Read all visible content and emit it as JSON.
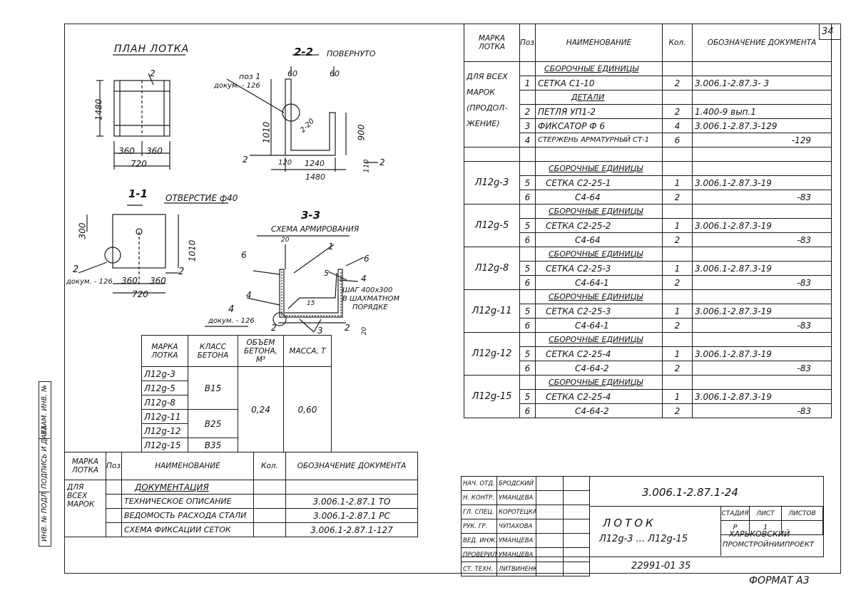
{
  "sheet_number": "34",
  "footer": {
    "archive": "22991-01  35",
    "format": "ФОРМАТ А3"
  },
  "drawing": {
    "plan_title": "ПЛАН ЛОТКА",
    "plan_dims": [
      "2",
      "1480",
      "360",
      "360",
      "720"
    ],
    "sec22_title": "2-2",
    "sec22_sub": "ПОВЕРНУТО",
    "sec22_labels": [
      "поз 1",
      "докум. - 126",
      "60",
      "60",
      "1010",
      "2-20",
      "900",
      "2",
      "120",
      "1240",
      "110",
      "2",
      "1480"
    ],
    "sec11_title": "1-1",
    "sec11_hole": "ОТВЕРСТИЕ ф40",
    "sec11_labels": [
      "300",
      "1010",
      "2",
      "докум. - 126",
      "360",
      "360",
      "2",
      "720"
    ],
    "sec33_title": "3-3",
    "sec33_sub": "СХЕМА АРМИРОВАНИЯ",
    "sec33_labels": [
      "20",
      "1",
      "6",
      "6",
      "5",
      "4",
      "4",
      "ШАГ 400х300",
      "В ШАХМАТНОМ",
      "ПОРЯДКЕ",
      "15",
      "4",
      "докум. - 126",
      "2",
      "3",
      "2",
      "20"
    ]
  },
  "concrete_table": {
    "headers": [
      "МАРКА ЛОТКА",
      "КЛАСС БЕТОНА",
      "ОБЪЕМ БЕТОНА, М³",
      "МАССА, Т"
    ],
    "rows": [
      "Л12g-3",
      "Л12g-5",
      "Л12g-8",
      "Л12g-11",
      "Л12g-12",
      "Л12g-15"
    ],
    "classes": [
      "В15",
      "В25",
      "В35"
    ],
    "volume": "0,24",
    "mass": "0,60"
  },
  "doc_table": {
    "headers": [
      "МАРКА ЛОТКА",
      "Поз.",
      "НАИМЕНОВАНИЕ",
      "Кол.",
      "ОБОЗНАЧЕНИЕ ДОКУМЕНТА"
    ],
    "mark": "ДЛЯ ВСЕХ МАРОК",
    "section": "ДОКУМЕНТАЦИЯ",
    "rows": [
      {
        "name": "ТЕХНИЧЕСКОЕ ОПИСАНИЕ",
        "doc": "3.006.1-2.87.1  ТО"
      },
      {
        "name": "ВЕДОМОСТЬ РАСХОДА СТАЛИ",
        "doc": "3.006.1-2.87.1  РС"
      },
      {
        "name": "СХЕМА ФИКСАЦИИ СЕТОК",
        "doc": "3.006.1-2.87.1-127"
      }
    ]
  },
  "spec_table": {
    "headers": [
      "МАРКА ЛОТКА",
      "Поз.",
      "НАИМЕНОВАНИЕ",
      "Кол.",
      "ОБОЗНАЧЕНИЕ ДОКУМЕНТА"
    ],
    "first": {
      "mark": [
        "ДЛЯ ВСЕХ",
        "МАРОК",
        "(ПРОДОЛ-",
        "ЖЕНИЕ)"
      ],
      "rows": [
        {
          "pos": "",
          "name": "СБОРОЧНЫЕ ЕДИНИЦЫ",
          "kol": "",
          "doc": ""
        },
        {
          "pos": "1",
          "name": "СЕТКА  С1-10",
          "kol": "2",
          "doc": "3.006.1-2.87.3- 3"
        },
        {
          "pos": "",
          "name": "ДЕТАЛИ",
          "kol": "",
          "doc": ""
        },
        {
          "pos": "2",
          "name": "ПЕТЛЯ УП1-2",
          "kol": "2",
          "doc": "1.400-9  вып.1"
        },
        {
          "pos": "3",
          "name": "ФИКСАТОР Ф 6",
          "kol": "4",
          "doc": "3.006.1-2.87.3-129"
        },
        {
          "pos": "4",
          "name": "СТЕРЖЕНЬ АРМАТУРНЫЙ СТ-1",
          "kol": "6",
          "doc": "-129"
        }
      ]
    },
    "groups": [
      {
        "mark": "Л12g-3",
        "head": "СБОРОЧНЫЕ ЕДИНИЦЫ",
        "r1": {
          "pos": "5",
          "name": "СЕТКА  С2-25-1",
          "kol": "1",
          "doc": "3.006.1-2.87.3-19"
        },
        "r2": {
          "pos": "6",
          "name": "С4-64",
          "kol": "2",
          "doc": "-83"
        }
      },
      {
        "mark": "Л12g-5",
        "head": "СБОРОЧНЫЕ ЕДИНИЦЫ",
        "r1": {
          "pos": "5",
          "name": "СЕТКА  С2-25-2",
          "kol": "1",
          "doc": "3.006.1-2.87.3-19"
        },
        "r2": {
          "pos": "6",
          "name": "С4-64",
          "kol": "2",
          "doc": "-83"
        }
      },
      {
        "mark": "Л12g-8",
        "head": "СБОРОЧНЫЕ ЕДИНИЦЫ",
        "r1": {
          "pos": "5",
          "name": "СЕТКА  С2-25-3",
          "kol": "1",
          "doc": "3.006.1-2.87.3-19"
        },
        "r2": {
          "pos": "6",
          "name": "С4-64-1",
          "kol": "2",
          "doc": "-83"
        }
      },
      {
        "mark": "Л12g-11",
        "head": "СБОРОЧНЫЕ ЕДИНИЦЫ",
        "r1": {
          "pos": "5",
          "name": "СЕТКА  С2-25-3",
          "kol": "1",
          "doc": "3.006.1-2.87.3-19"
        },
        "r2": {
          "pos": "6",
          "name": "С4-64-1",
          "kol": "2",
          "doc": "-83"
        }
      },
      {
        "mark": "Л12g-12",
        "head": "СБОРОЧНЫЕ ЕДИНИЦЫ",
        "r1": {
          "pos": "5",
          "name": "СЕТКА  С2-25-4",
          "kol": "1",
          "doc": "3.006.1-2.87.3-19"
        },
        "r2": {
          "pos": "6",
          "name": "С4-64-2",
          "kol": "2",
          "doc": "-83"
        }
      },
      {
        "mark": "Л12g-15",
        "head": "СБОРОЧНЫЕ ЕДИНИЦЫ",
        "r1": {
          "pos": "5",
          "name": "СЕТКА  С2-25-4",
          "kol": "1",
          "doc": "3.006.1-2.87.3-19"
        },
        "r2": {
          "pos": "6",
          "name": "С4-64-2",
          "kol": "2",
          "doc": "-83"
        }
      }
    ]
  },
  "title_block": {
    "code": "3.006.1-2.87.1-24",
    "roles": [
      "НАЧ. ОТД.",
      "Н. КОНТР.",
      "ГЛ. СПЕЦ.",
      "РУК. ГР.",
      "ВЕД. ИНЖ.",
      "ПРОВЕРИЛ",
      "СТ. ТЕХН."
    ],
    "names": [
      "БРОДСКИЙ",
      "УМАНЦЕВА",
      "КОРОТЕЦКАЯ",
      "ЧУПАХОВА",
      "УМАНЦЕВА",
      "УМАНЦЕВА",
      "ЛИТВИНЕНКО"
    ],
    "name_line1": "ЛОТОК",
    "name_line2": "Л12g-3 ... Л12g-15",
    "stage_h": "СТАДИЯ",
    "sheet_h": "ЛИСТ",
    "sheets_h": "ЛИСТОВ",
    "stage": "Р",
    "sheet": "1",
    "org1": "ХАРЬКОВСКИЙ",
    "org2": "ПРОМСТРОЙНИИПРОЕКТ"
  },
  "margin_labels": [
    "ИНВ. № ПОДЛ.",
    "ПОДПИСЬ И ДАТА",
    "ВЗАМ. ИНВ. №"
  ]
}
